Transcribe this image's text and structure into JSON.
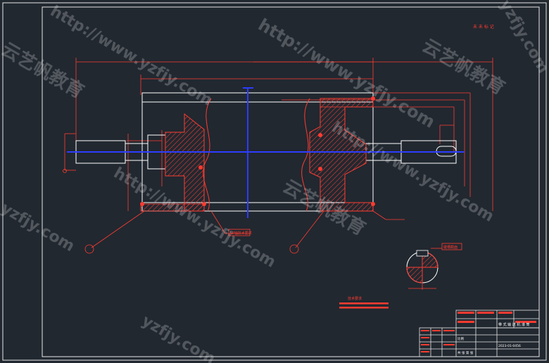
{
  "drawing": {
    "top_right_label": "未 未 标 记",
    "note_label": "LP轴技术要求",
    "tech_req_label": "技术要求",
    "section_label": "键槽截面",
    "title_block": {
      "drawing_name": "带 式 输 送 机 滚 筒",
      "drawing_no": "2023-01-0456",
      "scale_label": "比例",
      "sheet_label": "共 张 第 张"
    }
  },
  "watermarks": {
    "url_text": "http://www.yzfjy.com",
    "brand_text": "云艺帆教育",
    "short_url": "yzfjy.com"
  },
  "colors": {
    "background": "#212830",
    "frame": "#ffffff",
    "dimension": "#ff3b30",
    "centerline": "#2d3cff",
    "hatch": "#ff3b30"
  }
}
